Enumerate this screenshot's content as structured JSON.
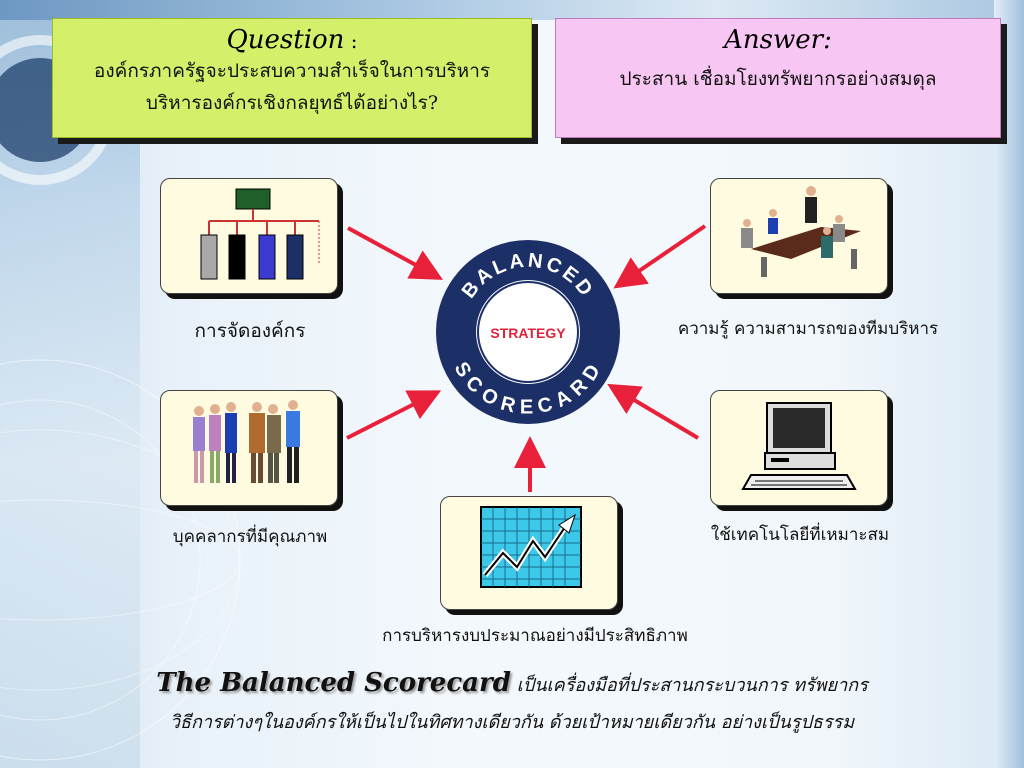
{
  "question": {
    "title": "Question",
    "colon": " :",
    "line1": "องค์กรภาครัฐจะประสบความสำเร็จในการบริหาร",
    "line2": "บริหารองค์กรเชิงกลยุทธ์ได้อย่างไร?"
  },
  "answer": {
    "title": "Answer:",
    "text": "ประสาน  เชื่อมโยงทรัพยากรอย่างสมดุล"
  },
  "center": {
    "top_text": "BALANCED",
    "bottom_text": "SCORECARD",
    "middle_text": "STRATEGY"
  },
  "items": {
    "org": "การจัดองค์กร",
    "knowledge": "ความรู้ ความสามารถของทีมบริหาร",
    "people": "บุคคลากรที่มีคุณภาพ",
    "tech": "ใช้เทคโนโลยีที่เหมาะสม",
    "budget": "การบริหารงบประมาณอย่างมีประสิทธิภาพ"
  },
  "footer": {
    "brand": "The Balanced Scorecard",
    "line1": " เป็นเครื่องมือที่ประสานกระบวนการ  ทรัพยากร",
    "line2": "วิธีการต่างๆในองค์กรให้เป็นไปในทิศทางเดียวกัน  ด้วยเป้าหมายเดียวกัน  อย่างเป็นรูปธรรม"
  },
  "colors": {
    "question_bg": "#d4f06a",
    "answer_bg": "#f8c6f2",
    "ring": "#1c2f66",
    "arrow": "#e8203a",
    "strategy": "#e0223a"
  }
}
